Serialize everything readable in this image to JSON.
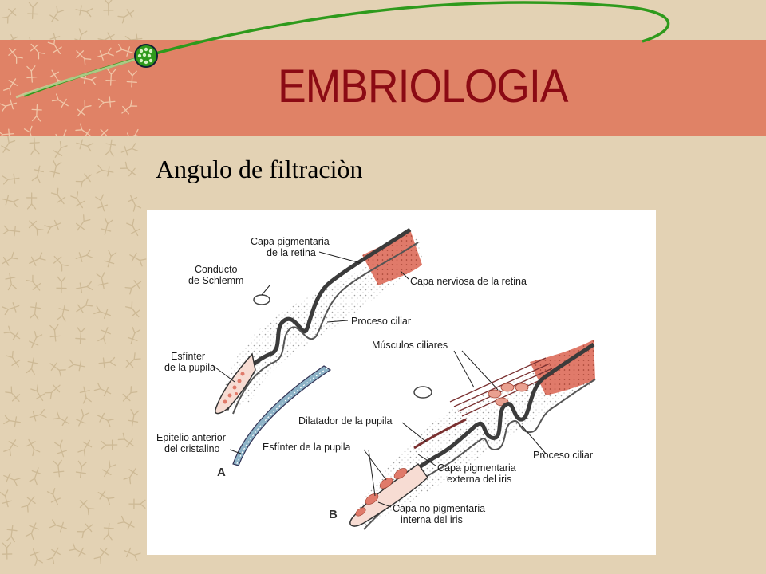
{
  "slide": {
    "title": "EMBRIOLOGIA",
    "subtitle": "Angulo de filtraciòn"
  },
  "colors": {
    "background": "#e3d2b4",
    "title_band": "#e08266",
    "title_text": "#8b0a14",
    "swoosh": "#2e9a1c",
    "retina_pink": "#e07a6a"
  },
  "figure": {
    "panel_a": {
      "letter": "A",
      "labels": {
        "capa_pigmentaria_1": "Capa pigmentaria",
        "capa_pigmentaria_2": "de la retina",
        "conducto_1": "Conducto",
        "conducto_2": "de Schlemm",
        "capa_nerviosa": "Capa nerviosa de la retina",
        "proceso_ciliar": "Proceso ciliar",
        "esfinter_1": "Esfínter",
        "esfinter_2": "de la pupila",
        "epitelio_1": "Epitelio anterior",
        "epitelio_2": "del cristalino"
      }
    },
    "panel_b": {
      "letter": "B",
      "labels": {
        "musculos_ciliares": "Músculos ciliares",
        "dilatador": "Dilatador de la pupila",
        "esfinter": "Esfínter de la pupila",
        "proceso_ciliar": "Proceso ciliar",
        "capa_pig_ext_1": "Capa pigmentaria",
        "capa_pig_ext_2": "externa del iris",
        "capa_no_pig_1": "Capa no pigmentaria",
        "capa_no_pig_2": "interna del iris"
      }
    }
  }
}
